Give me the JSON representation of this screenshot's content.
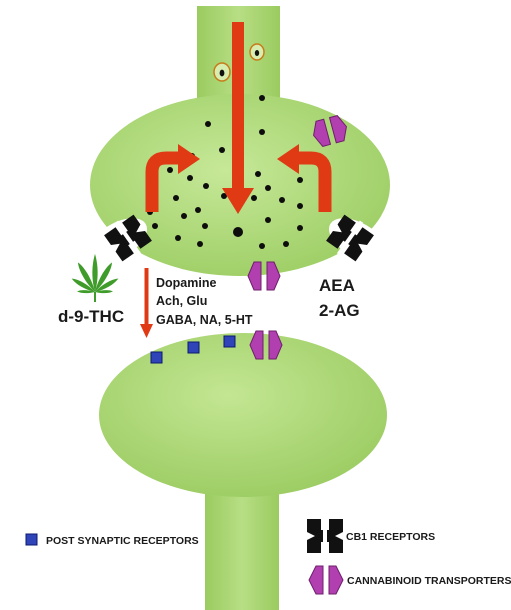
{
  "neurotransmitter_labels": [
    "Dopamine",
    "Ach, Glu",
    "GABA, NA, 5-HT"
  ],
  "exogenous_label": "d-9-THC",
  "endocannabinoid_labels": [
    "AEA",
    "2-AG"
  ],
  "legend": {
    "post_synaptic_receptors": "POST SYNAPTIC RECEPTORS",
    "cb1_receptors": "CB1 RECEPTORS",
    "cannabinoid_transporters": "CANNABINOID TRANSPORTERS"
  },
  "colors": {
    "neuron_fill": "#a6d46e",
    "neuron_highlight": "#c9ea9c",
    "arrow_red": "#e03a14",
    "transporter_purple": "#b23fb0",
    "receptor_blue": "#2f44b8",
    "cb1_black": "#111111",
    "leaf_green": "#3f9c2a"
  },
  "icons": {
    "cb1": "cb1-receptor-icon",
    "transporter": "cannabinoid-transporter-icon",
    "post_receptor": "post-synaptic-receptor-icon",
    "leaf": "cannabis-leaf-icon"
  }
}
